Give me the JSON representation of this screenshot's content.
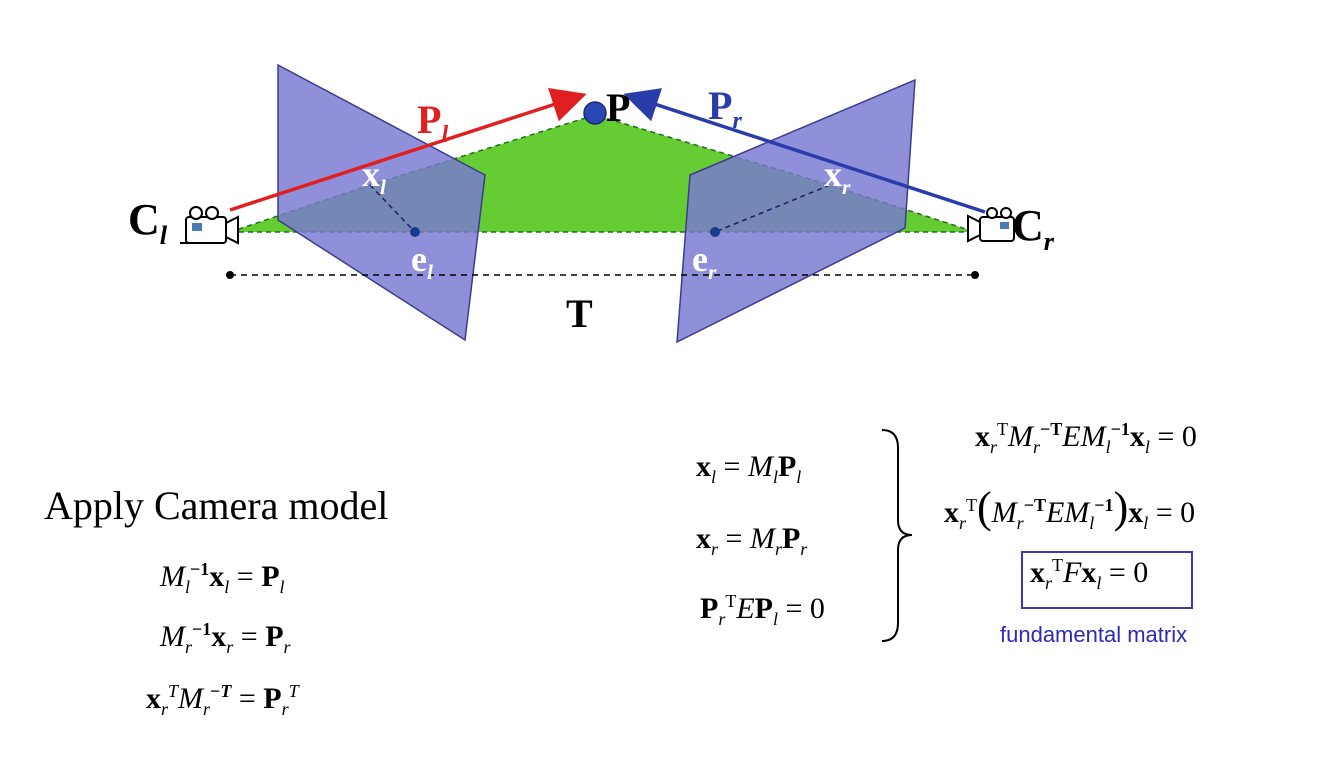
{
  "diagram": {
    "labels": {
      "P": "P",
      "Pl_main": "P",
      "Pl_sub": "l",
      "Pr_main": "P",
      "Pr_sub": "r",
      "xl_main": "x",
      "xl_sub": "l",
      "xr_main": "x",
      "xr_sub": "r",
      "Cl_main": "C",
      "Cl_sub": "l",
      "Cr_main": "C",
      "Cr_sub": "r",
      "el_main": "e",
      "el_sub": "l",
      "er_main": "e",
      "er_sub": "r",
      "T": "T"
    },
    "colors": {
      "plane": "#7878d2",
      "plane_stroke": "#3c3c8c",
      "triangle": "#66cc33",
      "left_ray": "#e02020",
      "right_ray": "#2a3caa",
      "point": "#2a48b4",
      "epipole": "#1a3a8a"
    }
  },
  "left_block": {
    "title": "Apply Camera model",
    "eq1": "M_l^{-1} x_l = P_l",
    "eq2": "M_r^{-1} x_r = P_r",
    "eq3": "x_r^T M_r^{-T} = P_r^T"
  },
  "middle_block": {
    "eq1": "x_l = M_l P_l",
    "eq2": "x_r = M_r P_r",
    "eq3": "P_r^T E P_l = 0"
  },
  "right_block": {
    "eq1": "x_r^T M_r^{-T} E M_l^{-1} x_l = 0",
    "eq2": "x_r^T (M_r^{-T} E M_l^{-1}) x_l = 0",
    "eq3": "x_r^T F x_l = 0",
    "caption": "fundamental matrix"
  }
}
